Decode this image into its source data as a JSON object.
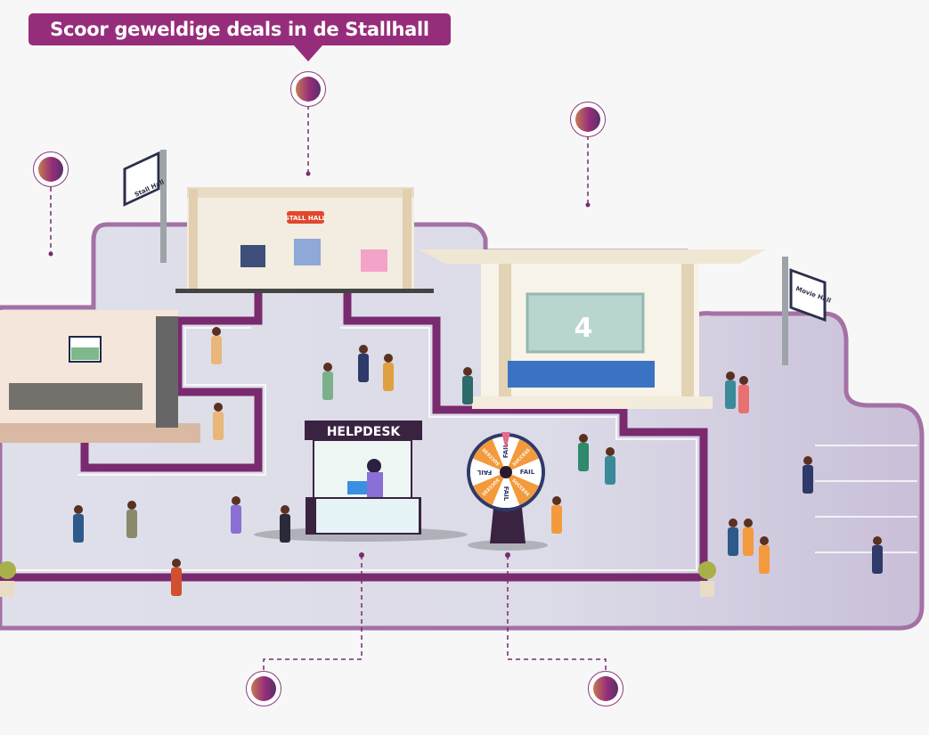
{
  "tooltip": {
    "text": "Scoor geweldige deals in de Stallhall"
  },
  "signs": {
    "stall_hall_post": "Stall Hall",
    "stall_hall_banner": "STALL HALL",
    "movie_hall_post": "Movie Hall",
    "cinema_screen": "4"
  },
  "helpdesk": {
    "title": "HELPDESK"
  },
  "wheel": {
    "segments": [
      "FAIL",
      "SUCCESS",
      "FAIL",
      "SUCCESS",
      "FAIL",
      "SUCCESS",
      "FAIL",
      "SUCCESS"
    ]
  },
  "hotspots": [
    {
      "name": "stallhall"
    },
    {
      "name": "conference"
    },
    {
      "name": "movie-hall"
    },
    {
      "name": "helpdesk"
    },
    {
      "name": "wheel-of-fortune"
    }
  ],
  "colors": {
    "brand": "#962d7b",
    "floor": "#dcdbe8",
    "path": "#7a2a6e"
  }
}
